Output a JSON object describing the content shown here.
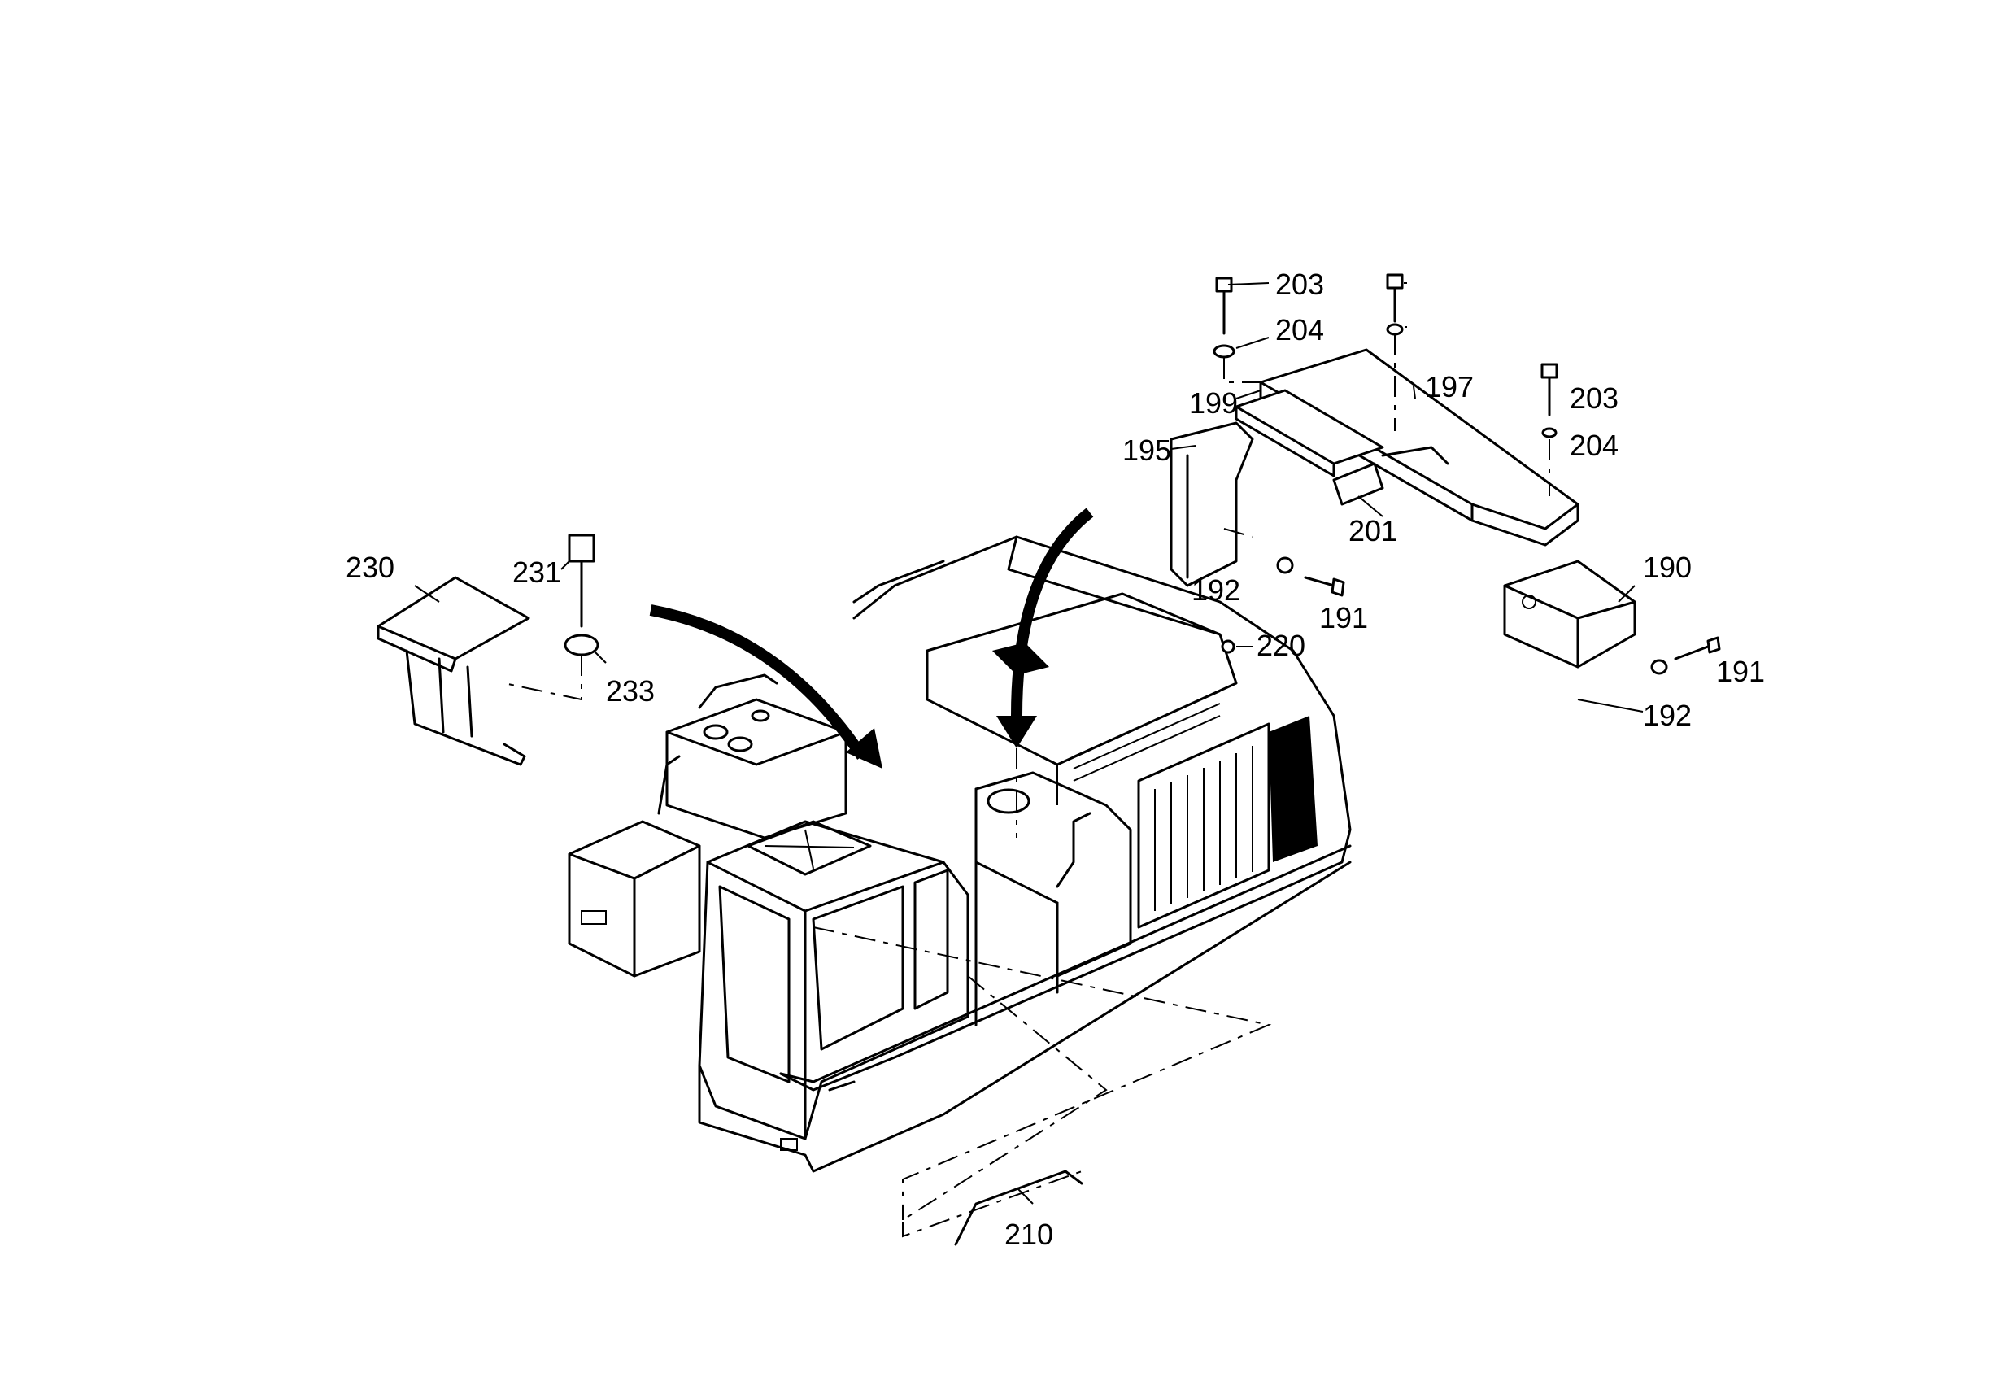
{
  "labels": [
    {
      "id": "p203a",
      "text": "203"
    },
    {
      "id": "p204a",
      "text": "204"
    },
    {
      "id": "p199",
      "text": "199"
    },
    {
      "id": "p197",
      "text": "197"
    },
    {
      "id": "p203b",
      "text": "203"
    },
    {
      "id": "p204b",
      "text": "204"
    },
    {
      "id": "p195",
      "text": "195"
    },
    {
      "id": "p201",
      "text": "201"
    },
    {
      "id": "p190",
      "text": "190"
    },
    {
      "id": "p192a",
      "text": "192"
    },
    {
      "id": "p191a",
      "text": "191"
    },
    {
      "id": "p220",
      "text": "220"
    },
    {
      "id": "p191b",
      "text": "191"
    },
    {
      "id": "p192b",
      "text": "192"
    },
    {
      "id": "p230",
      "text": "230"
    },
    {
      "id": "p231",
      "text": "231"
    },
    {
      "id": "p233",
      "text": "233"
    },
    {
      "id": "p210",
      "text": "210"
    }
  ]
}
